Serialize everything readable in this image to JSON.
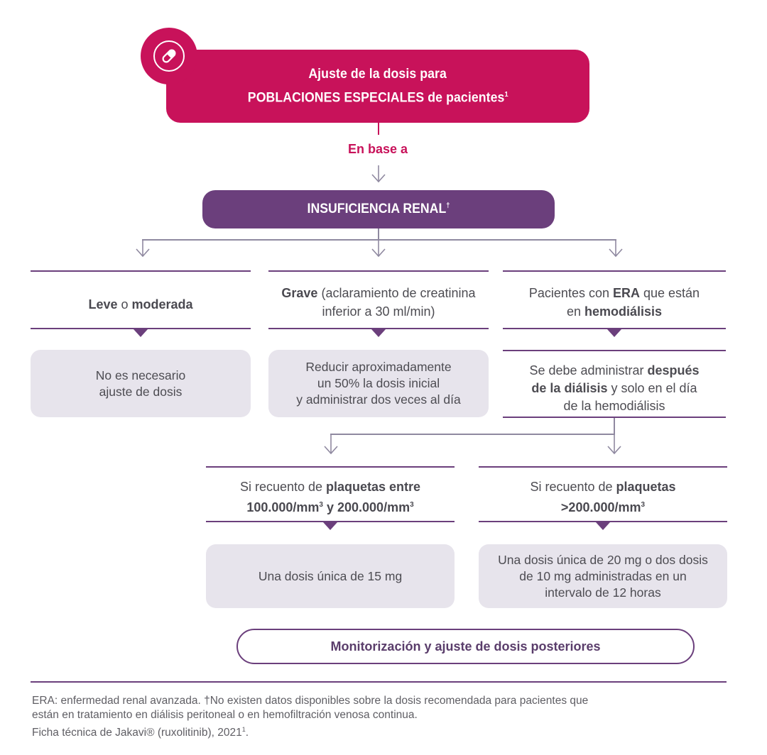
{
  "header": {
    "line1": "Ajuste de la dosis para",
    "line2_bold": "POBLACIONES ESPECIALES de pacientes",
    "line2_sup": "1",
    "icon": "pill-icon",
    "color": "#c8125a"
  },
  "connector_label": "En base a",
  "main_category": {
    "label": "INSUFICIENCIA RENAL",
    "sup": "†",
    "color": "#6b3f7c"
  },
  "columns": [
    {
      "cat_bold1": "Leve",
      "cat_mid": " o ",
      "cat_bold2": "moderada",
      "result": [
        "No es necesario",
        "ajuste de dosis"
      ]
    },
    {
      "cat_bold1": "Grave",
      "cat_rest1": " (aclaramiento de creatinina",
      "cat_rest2": "inferior a 30 ml/min)",
      "result": [
        "Reducir aproximadamente",
        "un 50% la dosis inicial",
        "y administrar dos veces al día"
      ]
    },
    {
      "cat_pre": "Pacientes con ",
      "cat_bold1": "ERA",
      "cat_post": " que están",
      "cat_line2_pre": "en ",
      "cat_bold2": "hemodiálisis",
      "result_pre": "Se debe administrar ",
      "result_bold1": "después",
      "result_bold2": "de la diálisis",
      "result_post": " y solo en el día",
      "result_line3": "de la hemodiálisis"
    }
  ],
  "platelets": [
    {
      "pre": "Si recuento de ",
      "bold1": "plaquetas entre",
      "bold2a": "100.000/mm",
      "sup1": "3",
      "bold2b": " y 200.000/mm",
      "sup2": "3",
      "result": [
        "Una dosis única de 15 mg"
      ]
    },
    {
      "pre": "Si recuento de ",
      "bold1": "plaquetas",
      "bold2a": ">200.000/mm",
      "sup1": "3",
      "result": [
        "Una dosis única de 20 mg o dos dosis",
        "de 10 mg administradas en un",
        "intervalo de 12 horas"
      ]
    }
  ],
  "monitor_label": "Monitorización y ajuste de dosis posteriores",
  "footnote": {
    "line1": "ERA: enfermedad renal avanzada. †No existen datos disponibles sobre la dosis recomendada para pacientes que",
    "line2": "están en tratamiento en diálisis peritoneal o en hemofiltración venosa continua.",
    "line3_pre": "Ficha técnica de Jakavi® (ruxolitinib), 2021",
    "line3_sup": "1",
    "line3_post": "."
  }
}
